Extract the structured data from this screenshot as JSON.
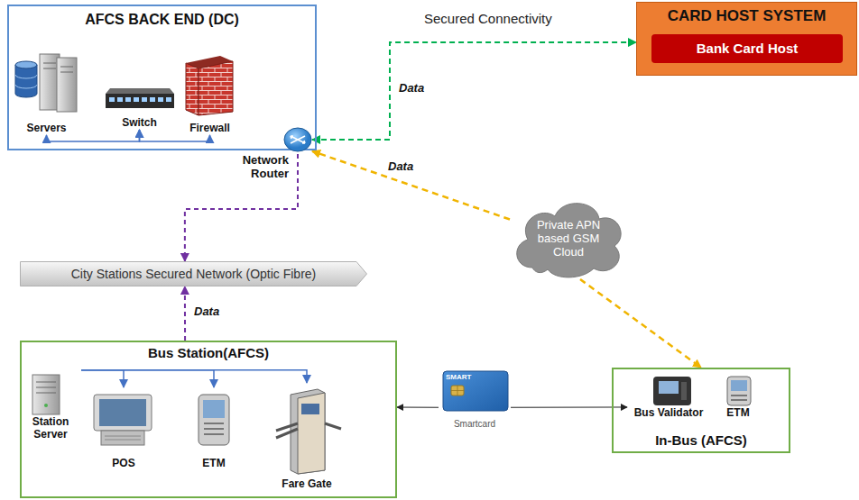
{
  "diagram": {
    "nodes": [
      {
        "text": [
          "AFCS BACK END (DC)"
        ]
      },
      {
        "text": [
          "Servers"
        ],
        "in": 0
      },
      {
        "text": [
          "Switch"
        ],
        "in": 0
      },
      {
        "text": [
          "Firewall"
        ],
        "in": 0
      },
      {
        "text": [
          "CARD HOST SYSTEM"
        ]
      },
      {
        "text": [
          "Bank Card Host"
        ],
        "in": 4
      },
      {
        "text": [
          "Network Router"
        ]
      },
      {
        "text": [
          "City Stations Secured Network (Optic Fibre)"
        ]
      },
      {
        "text": [
          "Private APN based GSM Cloud"
        ]
      },
      {
        "text": [
          "Bus Station(AFCS)"
        ]
      },
      {
        "text": [
          "Station Server"
        ],
        "in": 9
      },
      {
        "text": [
          "POS"
        ],
        "in": 9
      },
      {
        "text": [
          "ETM"
        ],
        "in": 9
      },
      {
        "text": [
          "Fare Gate"
        ],
        "in": 9
      },
      {
        "text": [
          "SMART",
          "Smartcard"
        ]
      },
      {
        "text": [
          "In-Bus (AFCS)"
        ]
      },
      {
        "text": [
          "Bus Validator"
        ],
        "in": 15
      },
      {
        "text": [
          "ETM"
        ],
        "in": 15
      }
    ],
    "edges": [
      {
        "from": 6,
        "to": 4,
        "arrow": "both",
        "label": "Data"
      },
      {
        "from": 8,
        "to": 6,
        "arrow": "to",
        "label": "Data"
      },
      {
        "from": 8,
        "to": 15,
        "arrow": "to"
      },
      {
        "from": 6,
        "to": 7,
        "arrow": "to"
      },
      {
        "from": 9,
        "to": 7,
        "arrow": "to",
        "label": "Data"
      },
      {
        "from": 1,
        "to": 2,
        "arrow": "both"
      },
      {
        "from": 2,
        "to": 3,
        "arrow": "both"
      },
      {
        "from": 10,
        "to": 11,
        "arrow": "to"
      },
      {
        "from": 10,
        "to": 12,
        "arrow": "to"
      },
      {
        "from": 10,
        "to": 13,
        "arrow": "to"
      },
      {
        "from": 14,
        "to": 9,
        "arrow": "to"
      },
      {
        "from": 14,
        "to": 16,
        "arrow": "to"
      }
    ],
    "labels": [
      "Secured Connectivity"
    ]
  }
}
